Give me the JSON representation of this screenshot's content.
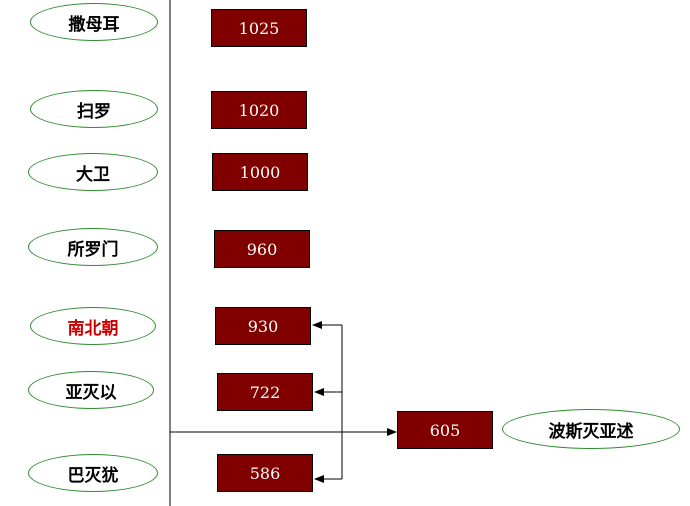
{
  "kings": [
    {
      "name": "撒母耳",
      "year": "1025"
    },
    {
      "name": "扫罗",
      "year": "1020"
    },
    {
      "name": "大卫",
      "year": "1000"
    },
    {
      "name": "所罗门",
      "year": "960"
    },
    {
      "name": "南北朝",
      "year": "930"
    },
    {
      "name": "亚灭以",
      "year": "722"
    },
    {
      "name": "巴灭犹",
      "year": "586"
    }
  ],
  "side_event": {
    "year": "605",
    "name": "波斯灭亚述"
  },
  "colors": {
    "box_fill": "#800000",
    "oval_border": "#2e8b2e",
    "highlight_text": "#cc0000"
  }
}
